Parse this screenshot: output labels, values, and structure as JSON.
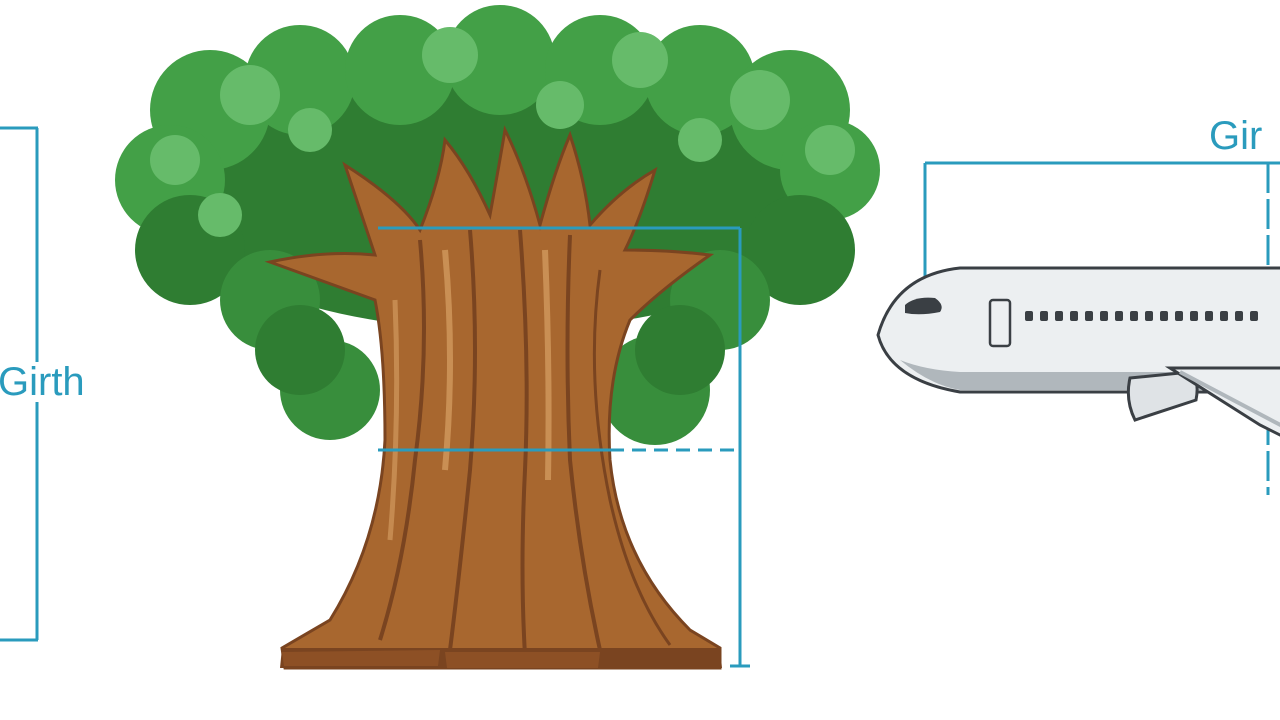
{
  "labels": {
    "left": "Girth",
    "right": "Gir"
  },
  "colors": {
    "measure_line": "#2a9bbd",
    "foliage_dark": "#2f7d32",
    "foliage_mid": "#43a047",
    "foliage_light": "#66bb6a",
    "trunk_base": "#a8672f",
    "trunk_shadow": "#7a4420",
    "trunk_highlight": "#d19a5e",
    "plane_body": "#eceff1",
    "plane_shadow": "#b0b7bc",
    "plane_outline": "#3a3f44",
    "window": "#3a3f44"
  },
  "icons": {
    "tree": "tree-illustration",
    "airplane": "airplane-illustration"
  }
}
